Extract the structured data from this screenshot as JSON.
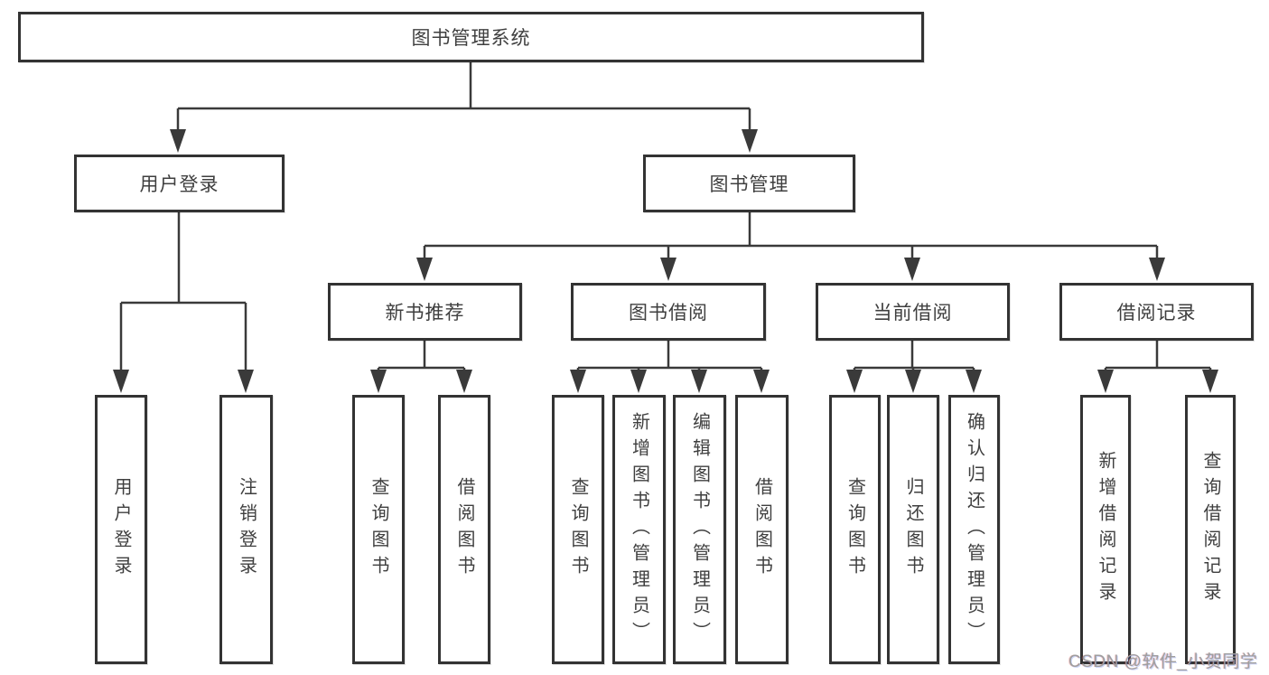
{
  "diagram": {
    "root": {
      "label": "图书管理系统"
    },
    "branches": [
      {
        "label": "用户登录",
        "children": [
          {
            "label": "用户登录"
          },
          {
            "label": "注销登录"
          }
        ]
      },
      {
        "label": "图书管理",
        "children": [
          {
            "label": "新书推荐",
            "children": [
              {
                "label": "查询图书"
              },
              {
                "label": "借阅图书"
              }
            ]
          },
          {
            "label": "图书借阅",
            "children": [
              {
                "label": "查询图书"
              },
              {
                "label": "新增图书（管理员）"
              },
              {
                "label": "编辑图书（管理员）"
              },
              {
                "label": "借阅图书"
              }
            ]
          },
          {
            "label": "当前借阅",
            "children": [
              {
                "label": "查询图书"
              },
              {
                "label": "归还图书"
              },
              {
                "label": "确认归还（管理员）"
              }
            ]
          },
          {
            "label": "借阅记录",
            "children": [
              {
                "label": "新增借阅记录"
              },
              {
                "label": "查询借阅记录"
              }
            ]
          }
        ]
      }
    ]
  },
  "watermark": {
    "text": "CSDN @软件_小贺同学"
  },
  "colors": {
    "background": "#ffffff",
    "box_border": "#333333",
    "line": "#3a3a3a",
    "text": "#3f3f3f",
    "watermark": "#9e9e9e"
  }
}
